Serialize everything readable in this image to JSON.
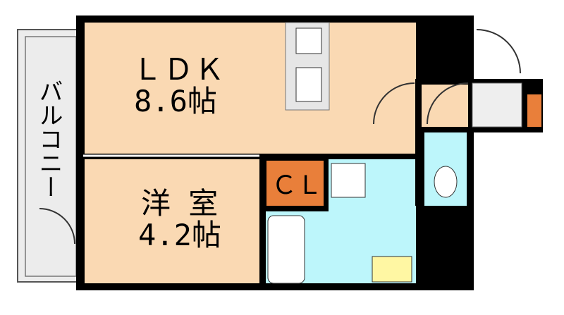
{
  "rooms": {
    "ldk": {
      "name": "ＬＤＫ",
      "size": "8.6帖"
    },
    "bedroom": {
      "name": "洋 室",
      "size": "4.2帖"
    },
    "closet": {
      "name": "ＣＬ"
    },
    "balcony": {
      "name": "バルコニー"
    }
  },
  "colors": {
    "living_floor": "#fad9b3",
    "wet_area": "#bdf6fb",
    "closet": "#e97f3a",
    "wall": "#000000",
    "balcony": "#ececec"
  }
}
